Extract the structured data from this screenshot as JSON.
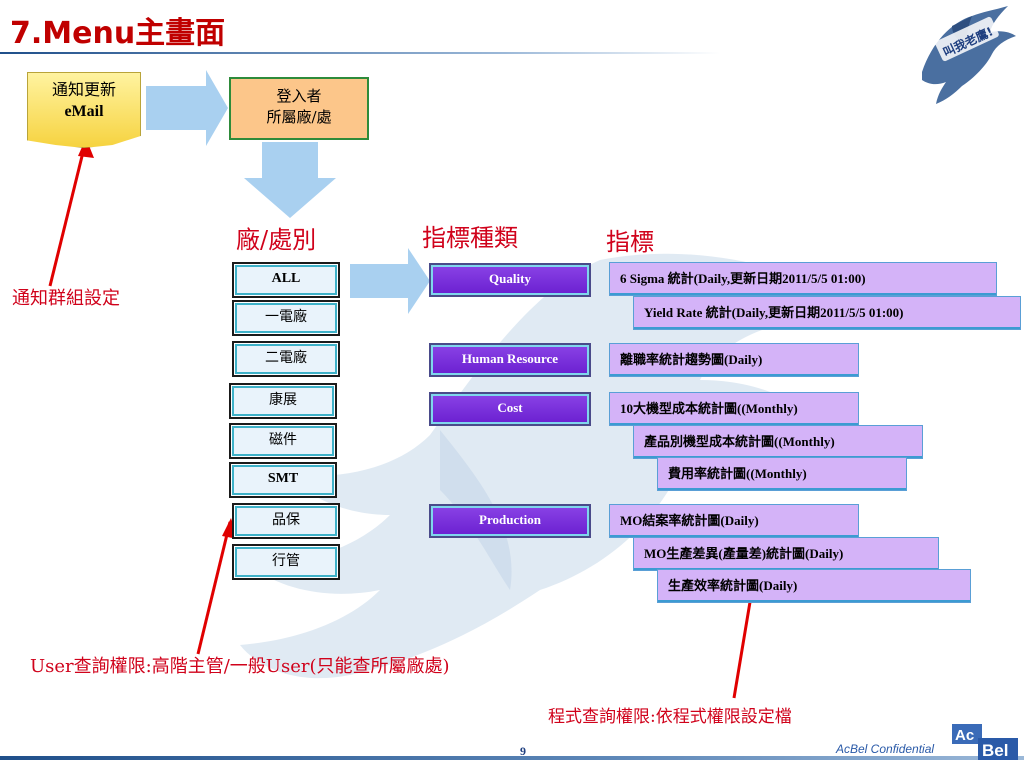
{
  "title": "7.Menu主畫面",
  "notify_box": {
    "line1": "通知更新",
    "line2": "eMail"
  },
  "login_box": {
    "line1": "登入者",
    "line2": "所屬廠/處"
  },
  "headers": {
    "factory": "廠/處別",
    "category": "指標種類",
    "indicator": "指標"
  },
  "factories": [
    "ALL",
    "一電廠",
    "二電廠",
    "康展",
    "磁件",
    "SMT",
    "品保",
    "行管"
  ],
  "categories": [
    "Quality",
    "Human Resource",
    "Cost",
    "Production"
  ],
  "indicators": {
    "quality": [
      "6 Sigma 統計(Daily,更新日期2011/5/5 01:00)",
      "Yield Rate 統計(Daily,更新日期2011/5/5 01:00)"
    ],
    "hr": [
      "離職率統計趨勢圖(Daily)"
    ],
    "cost": [
      "10大機型成本統計圖((Monthly)",
      "產品別機型成本統計圖((Monthly)",
      "費用率統計圖((Monthly)"
    ],
    "production": [
      "MO結案率統計圖(Daily)",
      "MO生產差異(產量差)統計圖(Daily)",
      "生產效率統計圖(Daily)"
    ]
  },
  "annotations": {
    "notify_group": "通知群組設定",
    "user_permission": "User查詢權限:高階主管/一般User(只能查所屬廠處)",
    "program_permission": "程式查詢權限:依程式權限設定檔"
  },
  "watermark_text": "叫我老鷹!",
  "footer": {
    "page": "9",
    "confidential": "AcBel Confidential",
    "logo_top": "Ac",
    "logo_bottom": "Bel"
  },
  "colors": {
    "title": "#c00000",
    "annotation": "#d0021b",
    "category_fill": "#7a2fe0",
    "indicator_fill": "#d4b3f8",
    "arrow": "#a9d0f0"
  }
}
